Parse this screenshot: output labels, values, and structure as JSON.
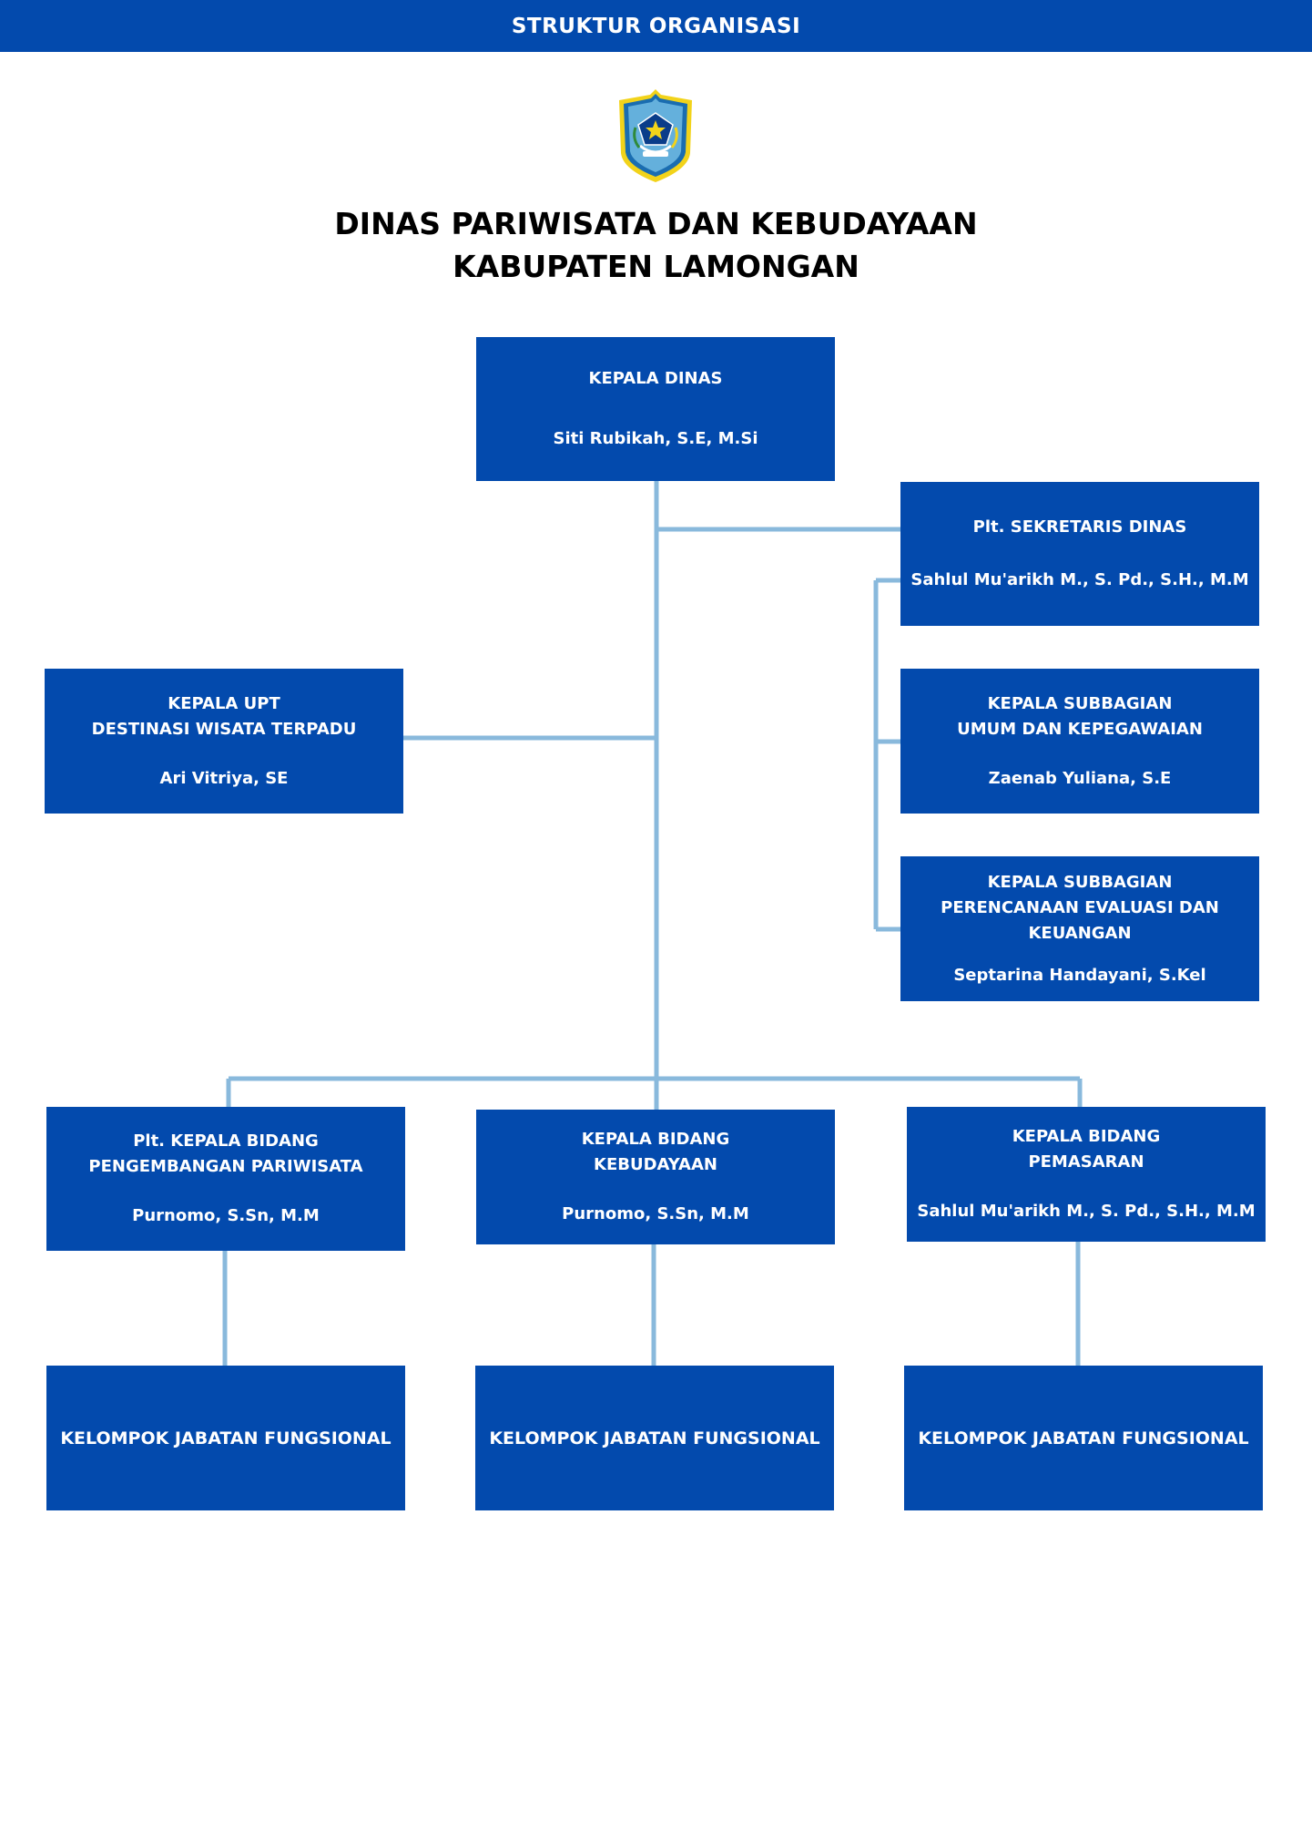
{
  "header": {
    "title": "STRUKTUR ORGANISASI"
  },
  "logo": {
    "icon": "lamongan-regency-crest-icon"
  },
  "org": {
    "name_line1": "DINAS PARIWISATA DAN KEBUDAYAAN",
    "name_line2": "KABUPATEN LAMONGAN"
  },
  "colors": {
    "box": "#034aad",
    "line": "#89b9dc",
    "header": "#034aad"
  },
  "units": {
    "kepala_dinas": {
      "title": "KEPALA DINAS",
      "name": "Siti Rubikah, S.E, M.Si"
    },
    "sekretaris": {
      "title": "Plt. SEKRETARIS DINAS",
      "name": "Sahlul Mu'arikh M., S. Pd., S.H., M.M"
    },
    "upt": {
      "title": "KEPALA UPT\nDESTINASI WISATA TERPADU",
      "name": "Ari Vitriya, SE"
    },
    "subbag_umum": {
      "title": "KEPALA SUBBAGIAN\nUMUM DAN KEPEGAWAIAN",
      "name": "Zaenab Yuliana, S.E"
    },
    "subbag_perencanaan": {
      "title": "KEPALA SUBBAGIAN\nPERENCANAAN EVALUASI DAN\nKEUANGAN",
      "name": "Septarina Handayani, S.Kel"
    },
    "bidang_pariwisata": {
      "title": "Plt. KEPALA BIDANG\nPENGEMBANGAN PARIWISATA",
      "name": "Purnomo, S.Sn, M.M"
    },
    "bidang_kebudayaan": {
      "title": "KEPALA BIDANG\nKEBUDAYAAN",
      "name": "Purnomo, S.Sn, M.M"
    },
    "bidang_pemasaran": {
      "title": "KEPALA BIDANG\nPEMASARAN",
      "name": "Sahlul Mu'arikh M., S. Pd., S.H., M.M"
    }
  },
  "functional_groups": [
    {
      "label": "KELOMPOK JABATAN FUNGSIONAL"
    },
    {
      "label": "KELOMPOK JABATAN FUNGSIONAL"
    },
    {
      "label": "KELOMPOK JABATAN FUNGSIONAL"
    }
  ]
}
